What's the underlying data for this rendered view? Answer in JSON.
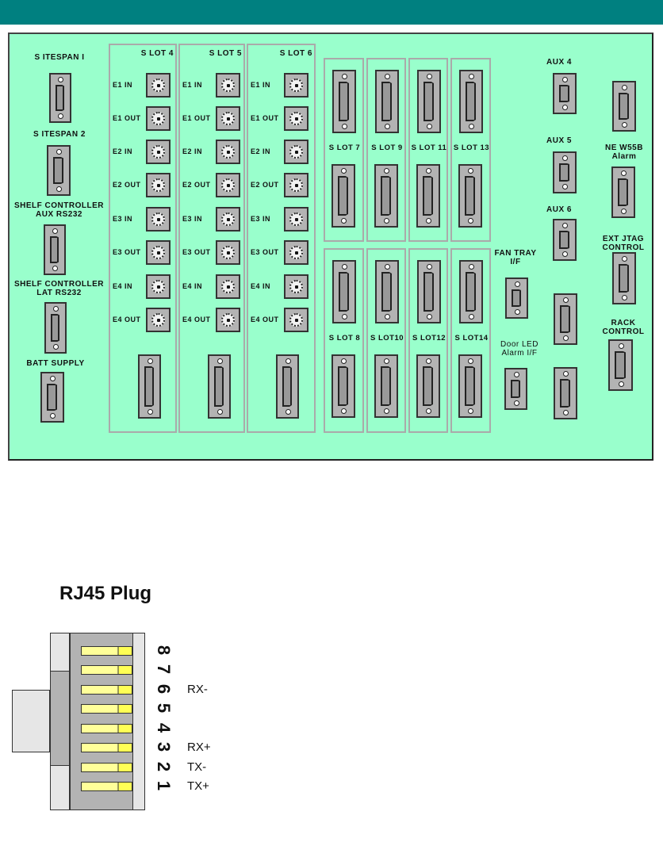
{
  "header": {
    "color": "#008080"
  },
  "panel": {
    "background": "#99FFCC",
    "left_labels": [
      {
        "id": "sitespan1",
        "text": "S ITESPAN I"
      },
      {
        "id": "sitespan2",
        "text": "S ITESPAN 2"
      },
      {
        "id": "shelf_aux_1",
        "text": "SHELF CONTROLLER"
      },
      {
        "id": "shelf_aux_2",
        "text": "AUX RS232"
      },
      {
        "id": "shelf_lat_1",
        "text": "SHELF CONTROLLER"
      },
      {
        "id": "shelf_lat_2",
        "text": "LAT RS232"
      },
      {
        "id": "batt",
        "text": "BATT SUPPLY"
      }
    ],
    "e1_slots": [
      {
        "title": "S LOT 4",
        "ports": [
          "E1 IN",
          "E1 OUT",
          "E2 IN",
          "E2 OUT",
          "E3 IN",
          "E3 OUT",
          "E4 IN",
          "E4 OUT"
        ]
      },
      {
        "title": "S LOT 5",
        "ports": [
          "E1 IN",
          "E1 OUT",
          "E2 IN",
          "E2 OUT",
          "E3 IN",
          "E3 OUT",
          "E4 IN",
          "E4 OUT"
        ]
      },
      {
        "title": "S LOT 6",
        "ports": [
          "E1 IN",
          "E1 OUT",
          "E2 IN",
          "E2 OUT",
          "E3 IN",
          "E3 OUT",
          "E4 IN",
          "E4 OUT"
        ]
      }
    ],
    "upper_slots": [
      "S LOT 7",
      "S LOT 9",
      "S LOT 11",
      "S LOT 13"
    ],
    "lower_slots": [
      "S LOT 8",
      "S LOT10",
      "S LOT12",
      "S LOT14"
    ],
    "right_labels": {
      "aux4": "AUX 4",
      "aux5": "AUX 5",
      "aux6": "AUX 6",
      "ne_line1": "NE W55B",
      "ne_line2": "Alarm",
      "fan_line1": "FAN TRAY",
      "fan_line2": "I/F",
      "jtag_line1": "EXT JTAG",
      "jtag_line2": "CONTROL",
      "door_line1": "Door LED",
      "door_line2": "Alarm I/F",
      "rack_line1": "RACK",
      "rack_line2": "CONTROL"
    }
  },
  "rj45": {
    "title": "RJ45 Plug",
    "pins": [
      {
        "num": "8",
        "signal": ""
      },
      {
        "num": "7",
        "signal": ""
      },
      {
        "num": "6",
        "signal": "RX-"
      },
      {
        "num": "5",
        "signal": ""
      },
      {
        "num": "4",
        "signal": ""
      },
      {
        "num": "3",
        "signal": "RX+"
      },
      {
        "num": "2",
        "signal": "TX-"
      },
      {
        "num": "1",
        "signal": "TX+"
      }
    ]
  }
}
